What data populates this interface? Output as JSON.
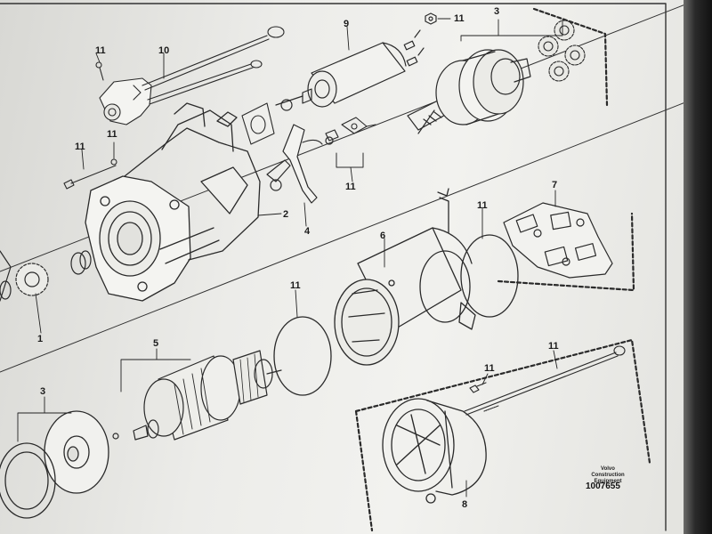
{
  "diagram": {
    "callouts": [
      "11",
      "10",
      "9",
      "11",
      "3",
      "11",
      "11",
      "2",
      "4",
      "11",
      "11",
      "7",
      "6",
      "1",
      "11",
      "5",
      "3",
      "11",
      "11",
      "8"
    ],
    "brand_lines": [
      "Volvo Construction",
      "Equipment"
    ],
    "document_number": "1007655"
  }
}
